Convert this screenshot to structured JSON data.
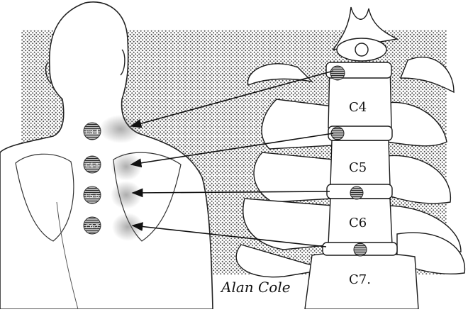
{
  "vertebrae": [
    {
      "id": "c4",
      "label": "C4",
      "disc_label": "C3-4"
    },
    {
      "id": "c5",
      "label": "C5",
      "disc_label": "C4-5"
    },
    {
      "id": "c6",
      "label": "C6",
      "disc_label": "C5-6"
    },
    {
      "id": "c7",
      "label": "C7.",
      "disc_label": "C6-7"
    }
  ],
  "signature": "Alan Cole",
  "colors": {
    "ink": "#1a1a1a",
    "stipple": "#555555",
    "marker": "#7a7a7a",
    "paper": "#ffffff"
  }
}
